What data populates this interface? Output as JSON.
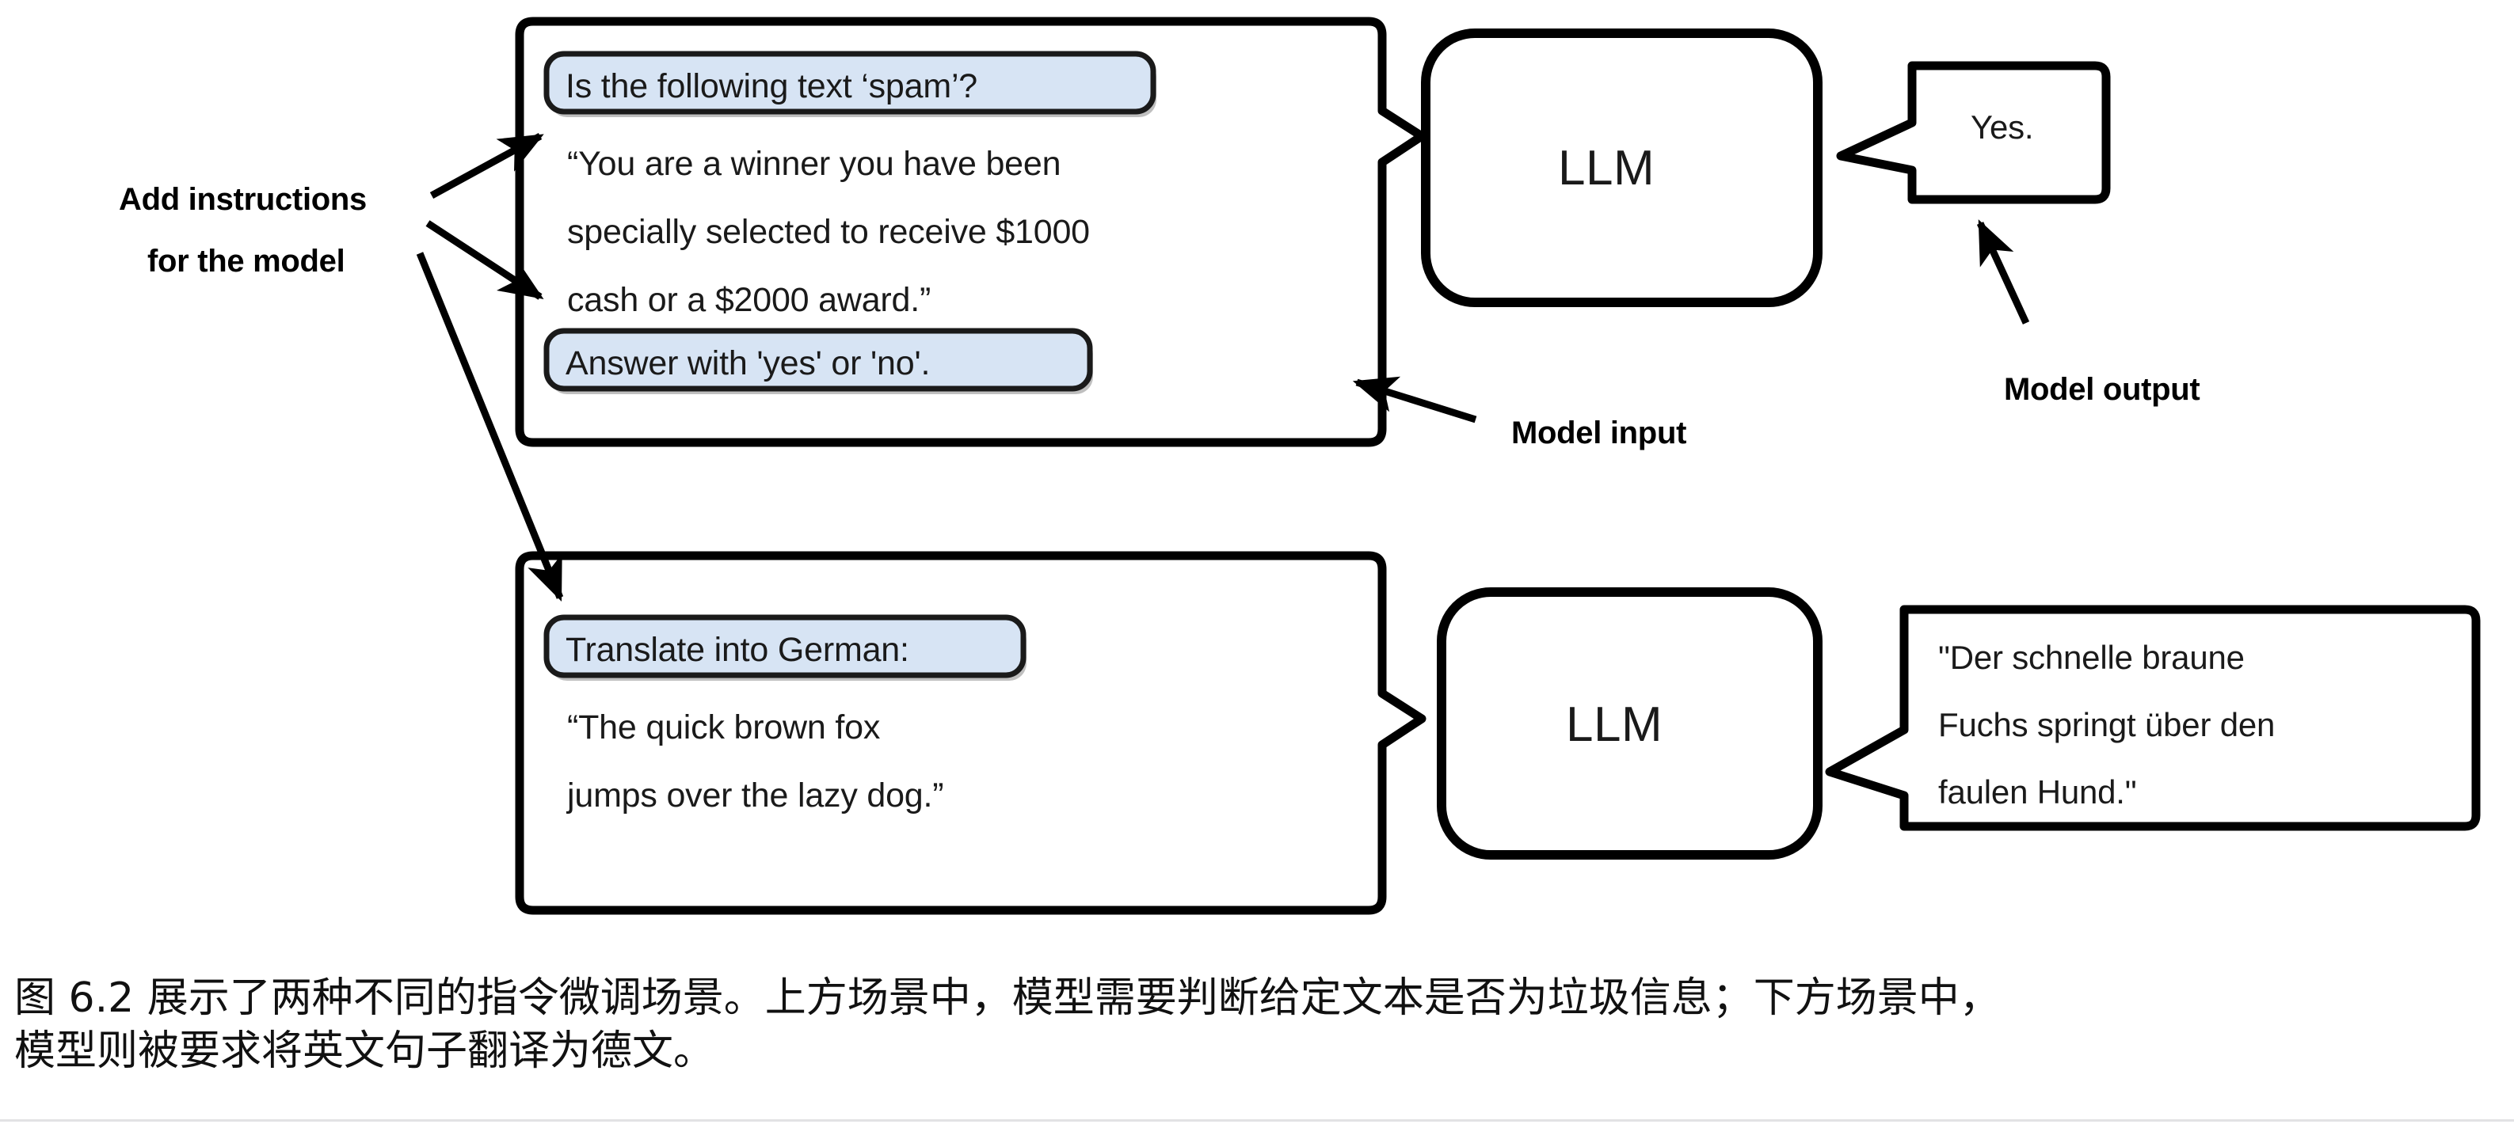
{
  "figure": {
    "scenarios": [
      {
        "id": "spam-classification",
        "input_panel": {
          "instruction_pill": "Is the following text ‘spam’?",
          "body_lines": [
            "“You are a winner you have been",
            "specially selected to receive $1000",
            "cash or a $2000 award.”"
          ],
          "answer_pill": "Answer with 'yes' or 'no'."
        },
        "model": {
          "label": "LLM"
        },
        "output_bubble": {
          "lines": [
            "Yes."
          ]
        }
      },
      {
        "id": "german-translation",
        "input_panel": {
          "instruction_pill": "Translate into German:",
          "body_lines": [
            "“The quick brown fox",
            "jumps over the lazy dog.”"
          ],
          "answer_pill": null
        },
        "model": {
          "label": "LLM"
        },
        "output_bubble": {
          "lines": [
            "\"Der schnelle braune",
            "Fuchs springt über den",
            "faulen Hund.\""
          ]
        }
      }
    ],
    "annotations": {
      "add_instructions_line_1": "Add instructions",
      "add_instructions_line_2": "for the model",
      "model_input": "Model input",
      "model_output": "Model output"
    },
    "colors": {
      "pill_fill": "#d7e4f4",
      "pill_border": "#1a1a1a",
      "stroke": "#000000",
      "text": "#111111",
      "page_background": "#ffffff",
      "bottom_rule": "#e2e2e4"
    }
  },
  "caption": {
    "line_1": "图 6.2 展示了两种不同的指令微调场景。上方场景中，模型需要判断给定文本是否为垃圾信息；下方场景中，",
    "line_2": "模型则被要求将英文句子翻译为德文。"
  }
}
